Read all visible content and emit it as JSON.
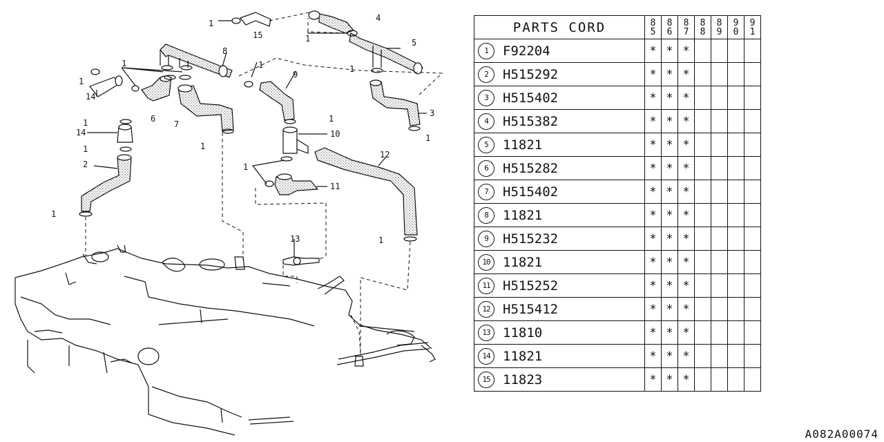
{
  "table": {
    "header": "PARTS CORD",
    "years": [
      [
        "8",
        "5"
      ],
      [
        "8",
        "6"
      ],
      [
        "8",
        "7"
      ],
      [
        "8",
        "8"
      ],
      [
        "8",
        "9"
      ],
      [
        "9",
        "0"
      ],
      [
        "9",
        "1"
      ]
    ],
    "rows": [
      {
        "no": "1",
        "code": "F92204",
        "marks": [
          "*",
          "*",
          "*",
          "",
          "",
          "",
          ""
        ]
      },
      {
        "no": "2",
        "code": "H515292",
        "marks": [
          "*",
          "*",
          "*",
          "",
          "",
          "",
          ""
        ]
      },
      {
        "no": "3",
        "code": "H515402",
        "marks": [
          "*",
          "*",
          "*",
          "",
          "",
          "",
          ""
        ]
      },
      {
        "no": "4",
        "code": "H515382",
        "marks": [
          "*",
          "*",
          "*",
          "",
          "",
          "",
          ""
        ]
      },
      {
        "no": "5",
        "code": "11821",
        "marks": [
          "*",
          "*",
          "*",
          "",
          "",
          "",
          ""
        ]
      },
      {
        "no": "6",
        "code": "H515282",
        "marks": [
          "*",
          "*",
          "*",
          "",
          "",
          "",
          ""
        ]
      },
      {
        "no": "7",
        "code": "H515402",
        "marks": [
          "*",
          "*",
          "*",
          "",
          "",
          "",
          ""
        ]
      },
      {
        "no": "8",
        "code": "11821",
        "marks": [
          "*",
          "*",
          "*",
          "",
          "",
          "",
          ""
        ]
      },
      {
        "no": "9",
        "code": "H515232",
        "marks": [
          "*",
          "*",
          "*",
          "",
          "",
          "",
          ""
        ]
      },
      {
        "no": "10",
        "code": "11821",
        "marks": [
          "*",
          "*",
          "*",
          "",
          "",
          "",
          ""
        ]
      },
      {
        "no": "11",
        "code": "H515252",
        "marks": [
          "*",
          "*",
          "*",
          "",
          "",
          "",
          ""
        ]
      },
      {
        "no": "12",
        "code": "H515412",
        "marks": [
          "*",
          "*",
          "*",
          "",
          "",
          "",
          ""
        ]
      },
      {
        "no": "13",
        "code": "11810",
        "marks": [
          "*",
          "*",
          "*",
          "",
          "",
          "",
          ""
        ]
      },
      {
        "no": "14",
        "code": "11821",
        "marks": [
          "*",
          "*",
          "*",
          "",
          "",
          "",
          ""
        ]
      },
      {
        "no": "15",
        "code": "11823",
        "marks": [
          "*",
          "*",
          "*",
          "",
          "",
          "",
          ""
        ]
      }
    ]
  },
  "diagram": {
    "callouts": {
      "c1": "1",
      "c2": "2",
      "c3": "3",
      "c4": "4",
      "c5": "5",
      "c6": "6",
      "c7": "7",
      "c8": "8",
      "c9": "9",
      "c10": "10",
      "c11": "11",
      "c12": "12",
      "c13": "13",
      "c14": "14",
      "c15": "15"
    }
  },
  "footer": {
    "code": "A082A00074"
  }
}
